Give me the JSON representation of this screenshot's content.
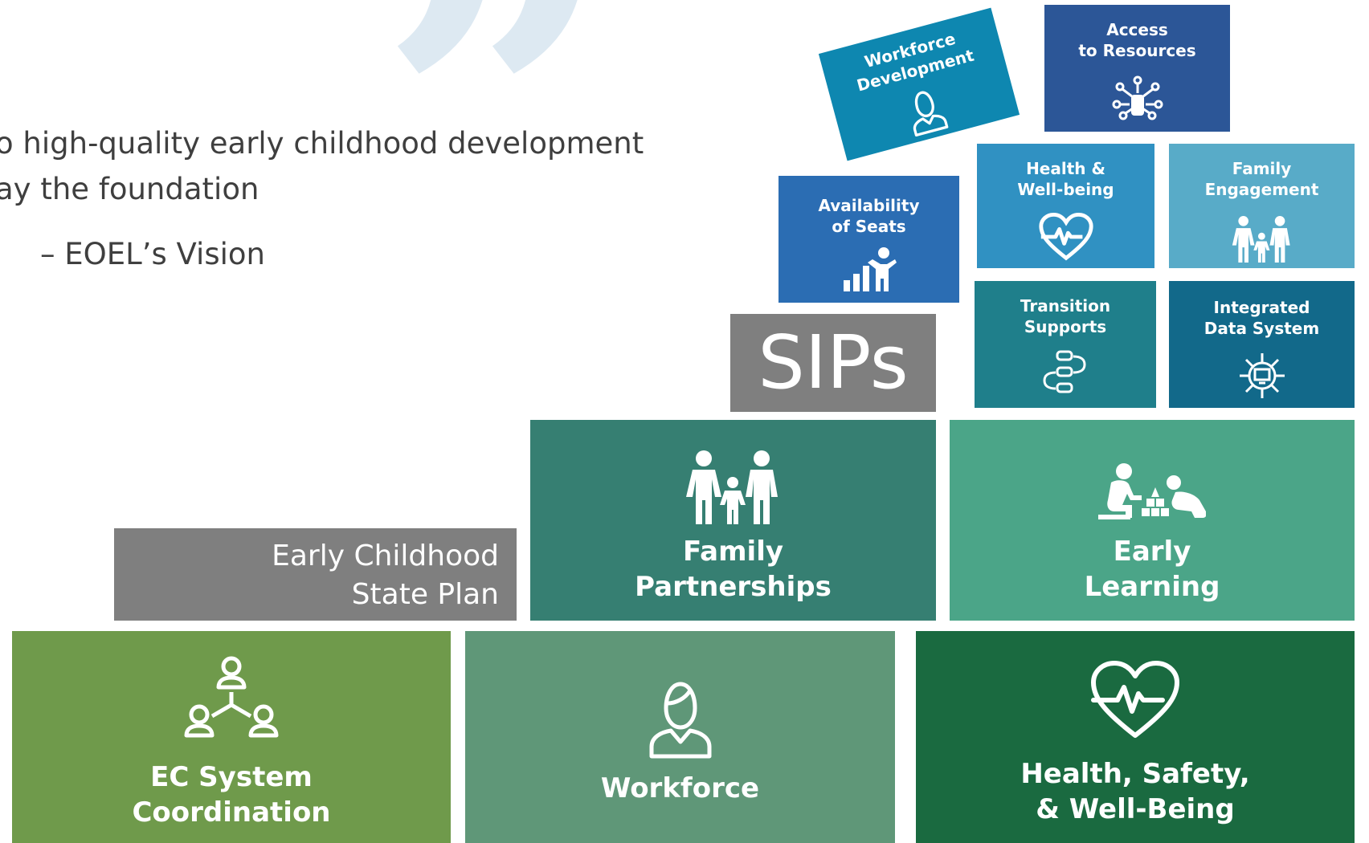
{
  "quote": {
    "line1": "o high-quality early childhood development",
    "line2": "ay the foundation",
    "attribution": "– EOEL’s Vision"
  },
  "plan_label": {
    "line1": "Early Childhood",
    "line2": "State Plan"
  },
  "sips_label": "SIPs",
  "foundation_blocks": [
    {
      "label": "EC System\nCoordination",
      "icon": "network-people-icon",
      "color": "#6f9a4b"
    },
    {
      "label": "Workforce",
      "icon": "person-icon",
      "color": "#5f9778"
    },
    {
      "label": "Health, Safety,\n& Well-Being",
      "icon": "heart-pulse-icon",
      "color": "#1a6a40"
    }
  ],
  "middle_blocks": [
    {
      "label": "Family\nPartnerships",
      "icon": "family-icon",
      "color": "#367f72"
    },
    {
      "label": "Early\nLearning",
      "icon": "children-playing-icon",
      "color": "#4ba588"
    }
  ],
  "sip_tiles": [
    {
      "label": "Workforce\nDevelopment",
      "icon": "person-icon",
      "color": "#0e87b0"
    },
    {
      "label": "Access\nto Resources",
      "icon": "resources-icon",
      "color": "#2c5697"
    },
    {
      "label": "Availability\nof Seats",
      "icon": "growth-chart-icon",
      "color": "#2b6db3"
    },
    {
      "label": "Health &\nWell-being",
      "icon": "heart-pulse-icon",
      "color": "#3091c2"
    },
    {
      "label": "Family\nEngagement",
      "icon": "family-icon",
      "color": "#58abc8"
    },
    {
      "label": "Transition\nSupports",
      "icon": "transition-icon",
      "color": "#1f7f8b"
    },
    {
      "label": "Integrated\nData System",
      "icon": "chip-icon",
      "color": "#12698a"
    }
  ]
}
